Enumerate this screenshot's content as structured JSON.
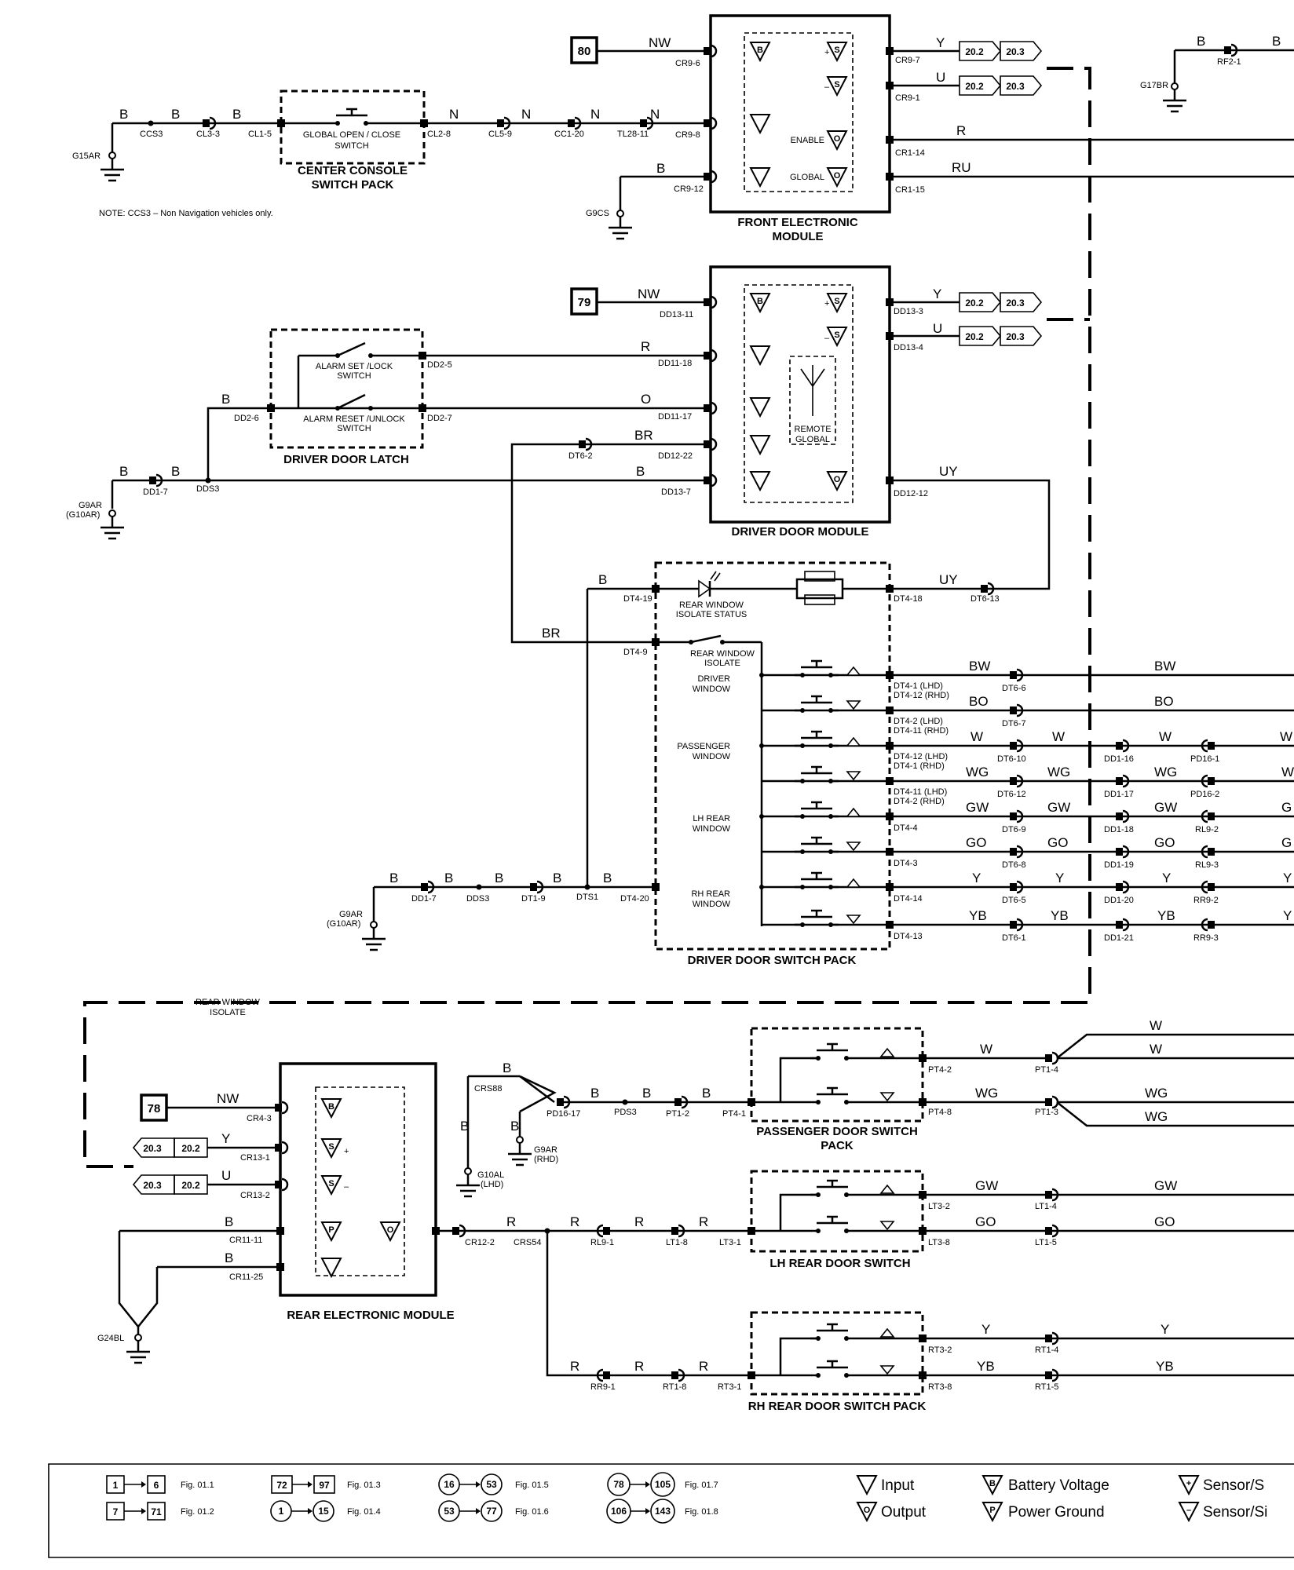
{
  "colors": {
    "ink": "#000000",
    "paper": "#ffffff"
  },
  "modules": {
    "front": {
      "title": [
        "FRONT ELECTRONIC",
        "MODULE"
      ],
      "ref": "80",
      "enable": "ENABLE",
      "global": "GLOBAL"
    },
    "driver_door": {
      "title": "DRIVER DOOR MODULE",
      "ref": "79",
      "remote": [
        "REMOTE",
        "GLOBAL"
      ]
    },
    "rear": {
      "title": "REAR ELECTRONIC MODULE",
      "ref": "78"
    }
  },
  "switch_packs": {
    "center_console": {
      "title": [
        "CENTER CONSOLE",
        "SWITCH PACK"
      ],
      "switch": [
        "GLOBAL OPEN / CLOSE",
        "SWITCH"
      ]
    },
    "door_latch": {
      "title": "DRIVER DOOR LATCH",
      "set": [
        "ALARM SET /LOCK",
        "SWITCH"
      ],
      "reset": [
        "ALARM RESET /UNLOCK",
        "SWITCH"
      ]
    },
    "driver_door": {
      "title": "DRIVER DOOR SWITCH PACK",
      "status": [
        "REAR WINDOW",
        "ISOLATE STATUS"
      ],
      "isolate": [
        "REAR WINDOW",
        "ISOLATE"
      ],
      "driver": [
        "DRIVER",
        "WINDOW"
      ],
      "passenger": [
        "PASSENGER",
        "WINDOW"
      ],
      "lh": [
        "LH REAR",
        "WINDOW"
      ],
      "rh": [
        "RH REAR",
        "WINDOW"
      ]
    },
    "passenger": {
      "title": [
        "PASSENGER DOOR SWITCH",
        "PACK"
      ]
    },
    "lh_rear": {
      "title": "LH REAR DOOR SWITCH"
    },
    "rh_rear": {
      "title": "RH REAR DOOR SWITCH PACK"
    }
  },
  "notes": {
    "ccs3": "NOTE: CCS3 – Non Navigation vehicles only.",
    "isolate": [
      "REAR WINDOW",
      "ISOLATE"
    ]
  },
  "grounds": {
    "g15ar": "G15AR",
    "g9cs": "G9CS",
    "g17br": "G17BR",
    "g9ar_a": [
      "G9AR",
      "(G10AR)"
    ],
    "g9ar_b": [
      "G9AR",
      "(G10AR)"
    ],
    "g9ar_rhd": [
      "G9AR",
      "(RHD)"
    ],
    "g10al": [
      "G10AL",
      "(LHD)"
    ],
    "g24bl": "G24BL"
  },
  "refs": {
    "p202": "20.2",
    "p203": "20.3"
  },
  "wires": {
    "top": {
      "b1": "B",
      "b2": "B",
      "b3": "B",
      "n1": "N",
      "n2": "N",
      "n3": "N",
      "n4": "N",
      "b4": "B",
      "nw": "NW",
      "y": "Y",
      "u": "U",
      "r": "R",
      "ru": "RU",
      "b5": "B",
      "b6": "B"
    },
    "mid": {
      "nw": "NW",
      "y": "Y",
      "u": "U",
      "r": "R",
      "o": "O",
      "br": "BR",
      "b_latch": "B",
      "b1": "B",
      "b2": "B",
      "b3": "B",
      "uy": "UY"
    },
    "pack": {
      "b_top": "B",
      "uy": "UY",
      "br": "BR",
      "bw1": "BW",
      "bw2": "BW",
      "bo1": "BO",
      "bo2": "BO",
      "w1": "W",
      "w2": "W",
      "w3": "W",
      "w4": "W",
      "wg1": "WG",
      "wg2": "WG",
      "wg3": "WG",
      "wg4": "WG",
      "gw1": "GW",
      "gw2": "GW",
      "gw3": "GW",
      "gw4": "G",
      "go1": "GO",
      "go2": "GO",
      "go3": "GO",
      "go4": "G",
      "y1": "Y",
      "y2": "Y",
      "y3": "Y",
      "y4": "Y",
      "yb1": "YB",
      "yb2": "YB",
      "yb3": "YB",
      "yb4": "Y",
      "b1": "B",
      "b2": "B",
      "b3": "B",
      "b4": "B",
      "b5": "B"
    },
    "rear": {
      "nw": "NW",
      "y": "Y",
      "u": "U",
      "b1": "B",
      "b2": "B",
      "b_g": "B",
      "b_g2": "B",
      "b_c": "B",
      "b_p1": "B",
      "b_p2": "B",
      "b_p3": "B",
      "r1": "R",
      "r2": "R",
      "r3": "R",
      "r4": "R",
      "r5": "R",
      "r6": "R",
      "r7": "R",
      "pw": "W",
      "pwg": "WG",
      "pw1": "W",
      "pw2": "W",
      "pwg1": "WG",
      "pwg2": "WG",
      "lgw": "GW",
      "lgo": "GO",
      "lgw2": "GW",
      "lgo2": "GO",
      "ry": "Y",
      "ryb": "YB",
      "ry2": "Y",
      "ryb2": "YB"
    }
  },
  "connectors": {
    "ccs3": "CCS3",
    "cl33": "CL3-3",
    "cl15": "CL1-5",
    "cl28": "CL2-8",
    "cl59": "CL5-9",
    "cc120": "CC1-20",
    "tl2811": "TL28-11",
    "cr96": "CR9-6",
    "cr98": "CR9-8",
    "cr912": "CR9-12",
    "cr97": "CR9-7",
    "cr91": "CR9-1",
    "cr114": "CR1-14",
    "cr115": "CR1-15",
    "rf21": "RF2-1",
    "dd1311": "DD13-11",
    "dd1118": "DD11-18",
    "dd1117": "DD11-17",
    "dd1222": "DD12-22",
    "dd137": "DD13-7",
    "dd133": "DD13-3",
    "dd134": "DD13-4",
    "dd1212": "DD12-12",
    "dd25": "DD2-5",
    "dd27": "DD2-7",
    "dd26": "DD2-6",
    "dd17a": "DD1-7",
    "dds3a": "DDS3",
    "dt62": "DT6-2",
    "dt419": "DT4-19",
    "dt49": "DT4-9",
    "dt418": "DT4-18",
    "dt613": "DT6-13",
    "dt420": "DT4-20",
    "dt41a": "DT4-1 (LHD)",
    "dt412a": "DT4-12 (RHD)",
    "dt42a": "DT4-2 (LHD)",
    "dt411a": "DT4-11 (RHD)",
    "dt412b": "DT4-12 (LHD)",
    "dt41b": "DT4-1 (RHD)",
    "dt411b": "DT4-11 (LHD)",
    "dt42b": "DT4-2 (RHD)",
    "dt44": "DT4-4",
    "dt43": "DT4-3",
    "dt414": "DT4-14",
    "dt413": "DT4-13",
    "dt66": "DT6-6",
    "dt67": "DT6-7",
    "dt610": "DT6-10",
    "dt612": "DT6-12",
    "dt69": "DT6-9",
    "dt68": "DT6-8",
    "dt65": "DT6-5",
    "dt61": "DT6-1",
    "dd116": "DD1-16",
    "dd117": "DD1-17",
    "dd118": "DD1-18",
    "dd119": "DD1-19",
    "dd120": "DD1-20",
    "dd121": "DD1-21",
    "pd161": "PD16-1",
    "pd162": "PD16-2",
    "rl92": "RL9-2",
    "rl93": "RL9-3",
    "rr92": "RR9-2",
    "rr93": "RR9-3",
    "dd17b": "DD1-7",
    "dds3b": "DDS3",
    "dt19": "DT1-9",
    "dts1": "DTS1",
    "cr43": "CR4-3",
    "cr131": "CR13-1",
    "cr132": "CR13-2",
    "cr1111": "CR11-11",
    "cr1125": "CR11-25",
    "cr122": "CR12-2",
    "crs54": "CRS54",
    "crs88": "CRS88",
    "pd1617": "PD16-17",
    "pds3": "PDS3",
    "pt12": "PT1-2",
    "pt41": "PT4-1",
    "pt42": "PT4-2",
    "pt48": "PT4-8",
    "pt14": "PT1-4",
    "pt13": "PT1-3",
    "rl91": "RL9-1",
    "lt18": "LT1-8",
    "lt31": "LT3-1",
    "lt32": "LT3-2",
    "lt38": "LT3-8",
    "lt14": "LT1-4",
    "lt15": "LT1-5",
    "rr91": "RR9-1",
    "rt18": "RT1-8",
    "rt31": "RT3-1",
    "rt32": "RT3-2",
    "rt38": "RT3-8",
    "rt14": "RT1-4",
    "rt15": "RT1-5"
  },
  "legend": {
    "r1a": "1",
    "r1b": "6",
    "r1c": "Fig. 01.1",
    "r2a": "7",
    "r2b": "71",
    "r2c": "Fig. 01.2",
    "r3a": "72",
    "r3b": "97",
    "r3c": "Fig. 01.3",
    "r4a": "1",
    "r4b": "15",
    "r4c": "Fig. 01.4",
    "r5a": "16",
    "r5b": "53",
    "r5c": "Fig. 01.5",
    "r6a": "53",
    "r6b": "77",
    "r6c": "Fig. 01.6",
    "r7a": "78",
    "r7b": "105",
    "r7c": "Fig. 01.7",
    "r8a": "106",
    "r8b": "143",
    "r8c": "Fig. 01.8",
    "input": "Input",
    "output": "Output",
    "battery": "Battery Voltage",
    "power_ground": "Power Ground",
    "sensor_plus": "Sensor/S",
    "sensor_minus": "Sensor/Si"
  }
}
